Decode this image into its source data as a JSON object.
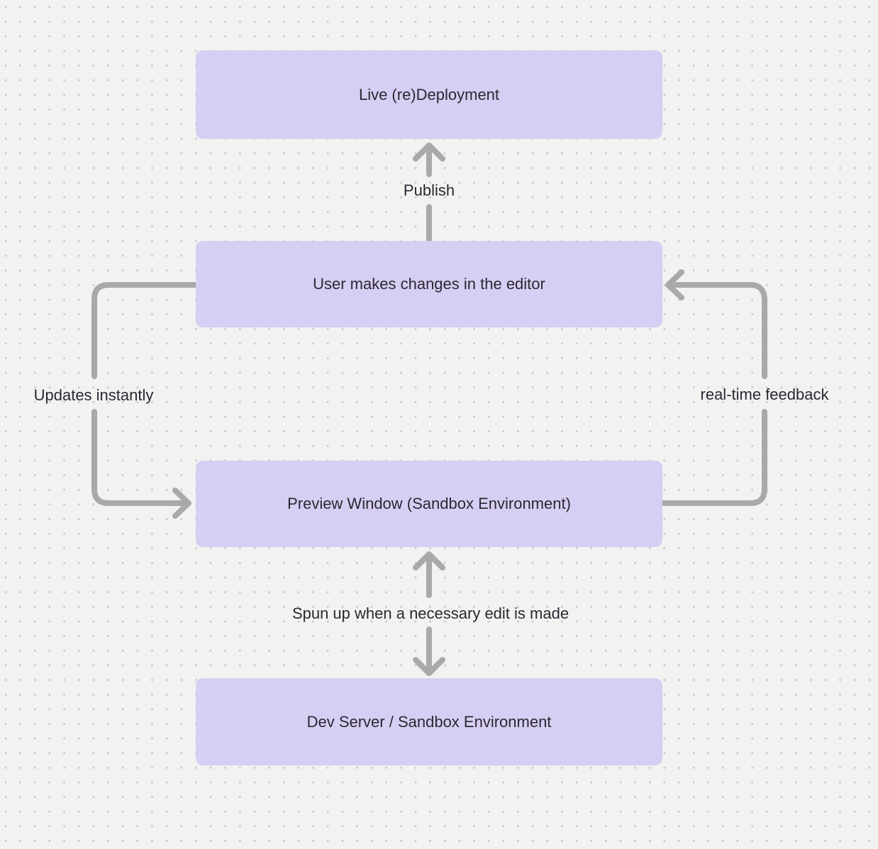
{
  "diagram": {
    "title": "",
    "nodes": [
      {
        "id": "live-deployment",
        "label": "Live (re)Deployment"
      },
      {
        "id": "editor",
        "label": "User makes changes in the editor"
      },
      {
        "id": "preview",
        "label": "Preview Window (Sandbox Environment)"
      },
      {
        "id": "dev-server",
        "label": "Dev Server / Sandbox Environment"
      }
    ],
    "edges": [
      {
        "id": "publish",
        "label": "Publish",
        "from": "editor",
        "to": "live-deployment",
        "direction": "up"
      },
      {
        "id": "updates-instantly",
        "label": "Updates instantly",
        "from": "editor",
        "to": "preview",
        "direction": "left-down"
      },
      {
        "id": "realtime-feedback",
        "label": "real-time feedback",
        "from": "preview",
        "to": "editor",
        "direction": "right-up"
      },
      {
        "id": "spun-up",
        "label": "Spun up when a necessary edit is made",
        "from": "dev-server",
        "to": "preview",
        "direction": "both"
      }
    ],
    "colors": {
      "background": "#f2f2f1",
      "grid_dot": "#c9c9c9",
      "node_fill": "#d7cef3",
      "edge_stroke": "#a9a9a9",
      "text": "#2b2833"
    }
  }
}
